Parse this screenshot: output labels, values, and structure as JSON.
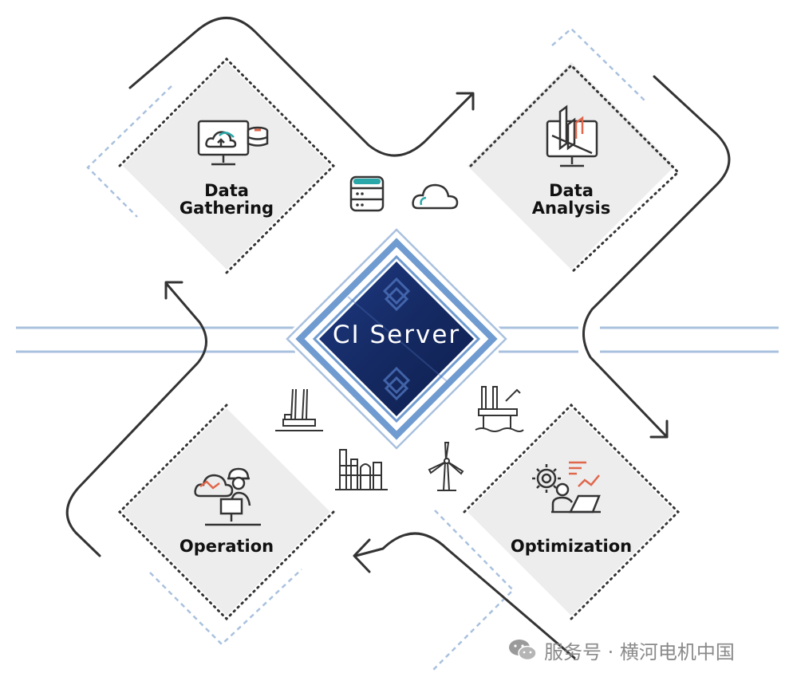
{
  "center": {
    "title": "CI Server"
  },
  "stages": [
    {
      "key": "gathering",
      "line1": "Data",
      "line2": "Gathering",
      "icon": "monitor-cloud-database-icon"
    },
    {
      "key": "analysis",
      "line1": "Data",
      "line2": "Analysis",
      "icon": "monitor-chart-icon"
    },
    {
      "key": "optimization",
      "line1": "Optimization",
      "line2": "",
      "icon": "gear-person-laptop-icon"
    },
    {
      "key": "operation",
      "line1": "Operation",
      "line2": "",
      "icon": "worker-computer-icon"
    }
  ],
  "icons": [
    "database-icon",
    "cloud-icon",
    "chimney-factory-icon",
    "refinery-icon",
    "wind-turbine-icon",
    "offshore-platform-icon"
  ],
  "watermark": {
    "text": "服务号 · 横河电机中国",
    "icon": "wechat-icon"
  },
  "colors": {
    "center_fill": "#1b2f6e",
    "frame_blue": "#6f9bd0",
    "dash_blue": "#a9c1de",
    "card_gray": "#ededee",
    "arrow": "#333333",
    "accent": "#e0674a",
    "teal": "#2aa7a8"
  }
}
